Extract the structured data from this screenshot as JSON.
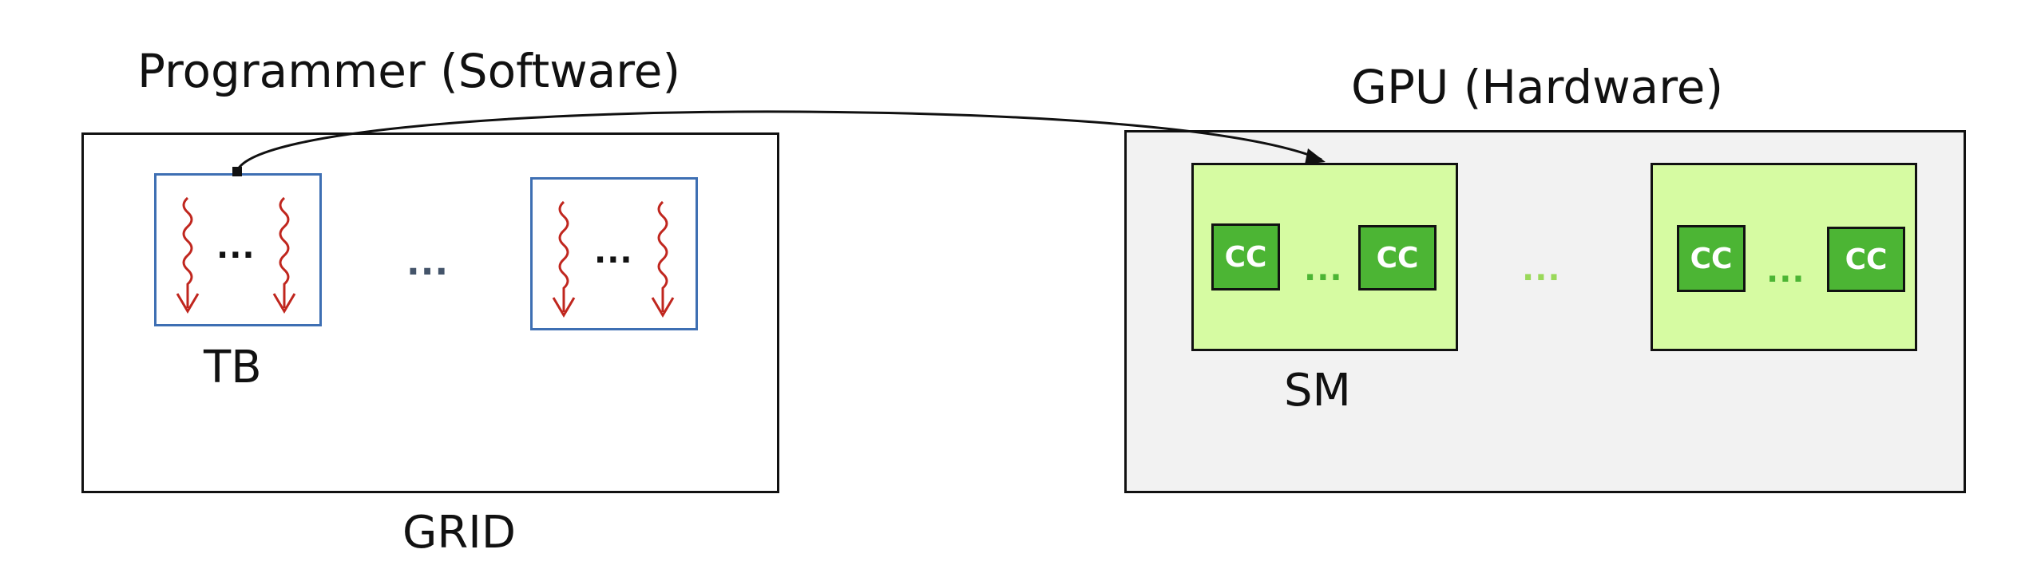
{
  "software": {
    "title": "Programmer (Software)",
    "grid_label": "GRID",
    "tb_label": "TB",
    "tb_ellipsis": "...",
    "between_ellipsis": "..."
  },
  "hardware": {
    "title": "GPU (Hardware)",
    "sm_label": "SM",
    "cc_label": "CC",
    "cc_ellipsis": "...",
    "between_ellipsis": "..."
  },
  "colors": {
    "thread_arrow": "#c0261e",
    "tb_border": "#3e6fb3",
    "sm_fill": "#d6fba2",
    "cc_fill": "#4cb534",
    "gpu_fill": "#f2f2f2"
  }
}
